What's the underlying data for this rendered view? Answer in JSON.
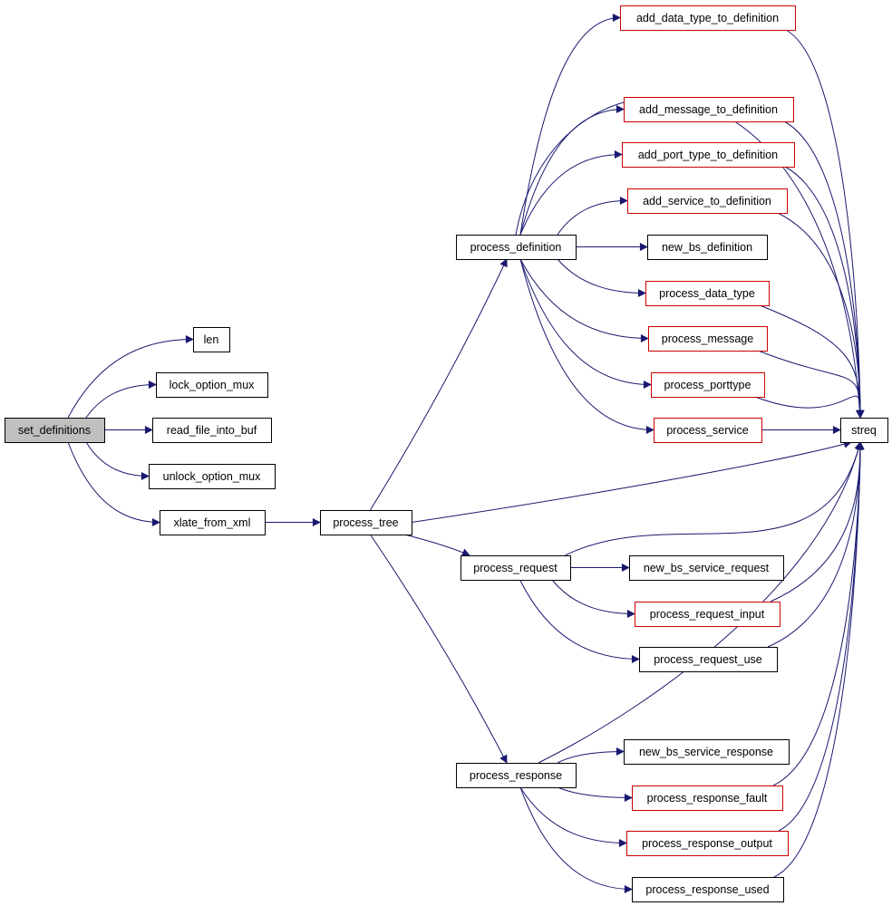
{
  "colors": {
    "edge": "#191970",
    "border_default": "#000000",
    "border_truncated": "#cc0000",
    "fill_default": "#ffffff",
    "fill_root": "#bfbfbf"
  },
  "nodes": [
    {
      "id": "set_definitions",
      "label": "set_definitions",
      "style": "root"
    },
    {
      "id": "len",
      "label": "len",
      "style": "default"
    },
    {
      "id": "lock_option_mux",
      "label": "lock_option_mux",
      "style": "default"
    },
    {
      "id": "read_file_into_buf",
      "label": "read_file_into_buf",
      "style": "default"
    },
    {
      "id": "unlock_option_mux",
      "label": "unlock_option_mux",
      "style": "default"
    },
    {
      "id": "xlate_from_xml",
      "label": "xlate_from_xml",
      "style": "default"
    },
    {
      "id": "process_tree",
      "label": "process_tree",
      "style": "default"
    },
    {
      "id": "process_definition",
      "label": "process_definition",
      "style": "default"
    },
    {
      "id": "process_request",
      "label": "process_request",
      "style": "default"
    },
    {
      "id": "process_response",
      "label": "process_response",
      "style": "default"
    },
    {
      "id": "add_data_type_to_definition",
      "label": "add_data_type_to_definition",
      "style": "truncated"
    },
    {
      "id": "add_message_to_definition",
      "label": "add_message_to_definition",
      "style": "truncated"
    },
    {
      "id": "add_port_type_to_definition",
      "label": "add_port_type_to_definition",
      "style": "truncated"
    },
    {
      "id": "add_service_to_definition",
      "label": "add_service_to_definition",
      "style": "truncated"
    },
    {
      "id": "new_bs_definition",
      "label": "new_bs_definition",
      "style": "default"
    },
    {
      "id": "process_data_type",
      "label": "process_data_type",
      "style": "truncated"
    },
    {
      "id": "process_message",
      "label": "process_message",
      "style": "truncated"
    },
    {
      "id": "process_porttype",
      "label": "process_porttype",
      "style": "truncated"
    },
    {
      "id": "process_service",
      "label": "process_service",
      "style": "truncated"
    },
    {
      "id": "new_bs_service_request",
      "label": "new_bs_service_request",
      "style": "default"
    },
    {
      "id": "process_request_input",
      "label": "process_request_input",
      "style": "truncated"
    },
    {
      "id": "process_request_use",
      "label": "process_request_use",
      "style": "default"
    },
    {
      "id": "new_bs_service_response",
      "label": "new_bs_service_response",
      "style": "default"
    },
    {
      "id": "process_response_fault",
      "label": "process_response_fault",
      "style": "truncated"
    },
    {
      "id": "process_response_output",
      "label": "process_response_output",
      "style": "truncated"
    },
    {
      "id": "process_response_used",
      "label": "process_response_used",
      "style": "default"
    },
    {
      "id": "streq",
      "label": "streq",
      "style": "default"
    }
  ],
  "edges": [
    {
      "from": "set_definitions",
      "to": "len"
    },
    {
      "from": "set_definitions",
      "to": "lock_option_mux"
    },
    {
      "from": "set_definitions",
      "to": "read_file_into_buf"
    },
    {
      "from": "set_definitions",
      "to": "unlock_option_mux"
    },
    {
      "from": "set_definitions",
      "to": "xlate_from_xml"
    },
    {
      "from": "xlate_from_xml",
      "to": "process_tree"
    },
    {
      "from": "process_tree",
      "to": "process_definition"
    },
    {
      "from": "process_tree",
      "to": "process_request"
    },
    {
      "from": "process_tree",
      "to": "process_response"
    },
    {
      "from": "process_tree",
      "to": "streq"
    },
    {
      "from": "process_definition",
      "to": "add_data_type_to_definition"
    },
    {
      "from": "process_definition",
      "to": "add_message_to_definition"
    },
    {
      "from": "process_definition",
      "to": "add_port_type_to_definition"
    },
    {
      "from": "process_definition",
      "to": "add_service_to_definition"
    },
    {
      "from": "process_definition",
      "to": "new_bs_definition"
    },
    {
      "from": "process_definition",
      "to": "process_data_type"
    },
    {
      "from": "process_definition",
      "to": "process_message"
    },
    {
      "from": "process_definition",
      "to": "process_porttype"
    },
    {
      "from": "process_definition",
      "to": "process_service"
    },
    {
      "from": "process_definition",
      "to": "streq"
    },
    {
      "from": "add_data_type_to_definition",
      "to": "streq"
    },
    {
      "from": "add_message_to_definition",
      "to": "streq"
    },
    {
      "from": "add_port_type_to_definition",
      "to": "streq"
    },
    {
      "from": "add_service_to_definition",
      "to": "streq"
    },
    {
      "from": "process_data_type",
      "to": "streq"
    },
    {
      "from": "process_message",
      "to": "streq"
    },
    {
      "from": "process_porttype",
      "to": "streq"
    },
    {
      "from": "process_service",
      "to": "streq"
    },
    {
      "from": "process_request",
      "to": "new_bs_service_request"
    },
    {
      "from": "process_request",
      "to": "process_request_input"
    },
    {
      "from": "process_request",
      "to": "process_request_use"
    },
    {
      "from": "process_request",
      "to": "streq"
    },
    {
      "from": "process_request_input",
      "to": "streq"
    },
    {
      "from": "process_request_use",
      "to": "streq"
    },
    {
      "from": "process_response",
      "to": "new_bs_service_response"
    },
    {
      "from": "process_response",
      "to": "process_response_fault"
    },
    {
      "from": "process_response",
      "to": "process_response_output"
    },
    {
      "from": "process_response",
      "to": "process_response_used"
    },
    {
      "from": "process_response",
      "to": "streq"
    },
    {
      "from": "process_response_fault",
      "to": "streq"
    },
    {
      "from": "process_response_output",
      "to": "streq"
    },
    {
      "from": "process_response_used",
      "to": "streq"
    }
  ]
}
